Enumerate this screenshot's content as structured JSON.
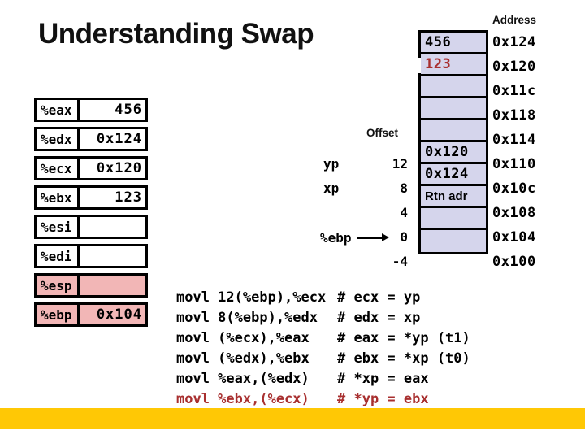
{
  "slide": {
    "title": "Understanding Swap"
  },
  "registers": {
    "rows": [
      {
        "name": "%eax",
        "value": "456"
      },
      {
        "name": "%edx",
        "value": "0x124"
      },
      {
        "name": "%ecx",
        "value": "0x120"
      },
      {
        "name": "%ebx",
        "value": "123"
      },
      {
        "name": "%esi",
        "value": ""
      },
      {
        "name": "%edi",
        "value": ""
      },
      {
        "name": "%esp",
        "value": ""
      },
      {
        "name": "%ebp",
        "value": "0x104"
      }
    ]
  },
  "memory": {
    "address_header": "Address",
    "offset_header": "Offset",
    "rows": [
      {
        "address": "0x124",
        "value": "456"
      },
      {
        "address": "0x120",
        "value": "123"
      },
      {
        "address": "0x11c",
        "value": ""
      },
      {
        "address": "0x118",
        "value": ""
      },
      {
        "address": "0x114",
        "value": ""
      },
      {
        "address": "0x110",
        "value": "0x120",
        "offset": "12",
        "param": "yp"
      },
      {
        "address": "0x10c",
        "value": "0x124",
        "offset": "8",
        "param": "xp"
      },
      {
        "address": "0x108",
        "value": "Rtn adr",
        "offset": "4"
      },
      {
        "address": "0x104",
        "value": "",
        "offset": "0",
        "pointer": "%ebp"
      },
      {
        "address": "0x100",
        "value": "",
        "offset": "-4"
      }
    ]
  },
  "code": {
    "lines": [
      {
        "instr": "movl 12(%ebp),%ecx",
        "comment": "# ecx = yp"
      },
      {
        "instr": "movl 8(%ebp),%edx",
        "comment": "# edx = xp"
      },
      {
        "instr": "movl (%ecx),%eax",
        "comment": "# eax = *yp (t1)"
      },
      {
        "instr": "movl (%edx),%ebx",
        "comment": "# ebx = *xp (t0)"
      },
      {
        "instr": "movl %eax,(%edx)",
        "comment": "# *xp = eax"
      },
      {
        "instr": "movl %ebx,(%ecx)",
        "comment": "# *yp = ebx"
      }
    ]
  },
  "colors": {
    "cell_fill": "#d5d5ec",
    "highlight_fill": "#f2b6b6",
    "accent_red": "#a82f2f",
    "footer_bar": "#ffc805"
  }
}
